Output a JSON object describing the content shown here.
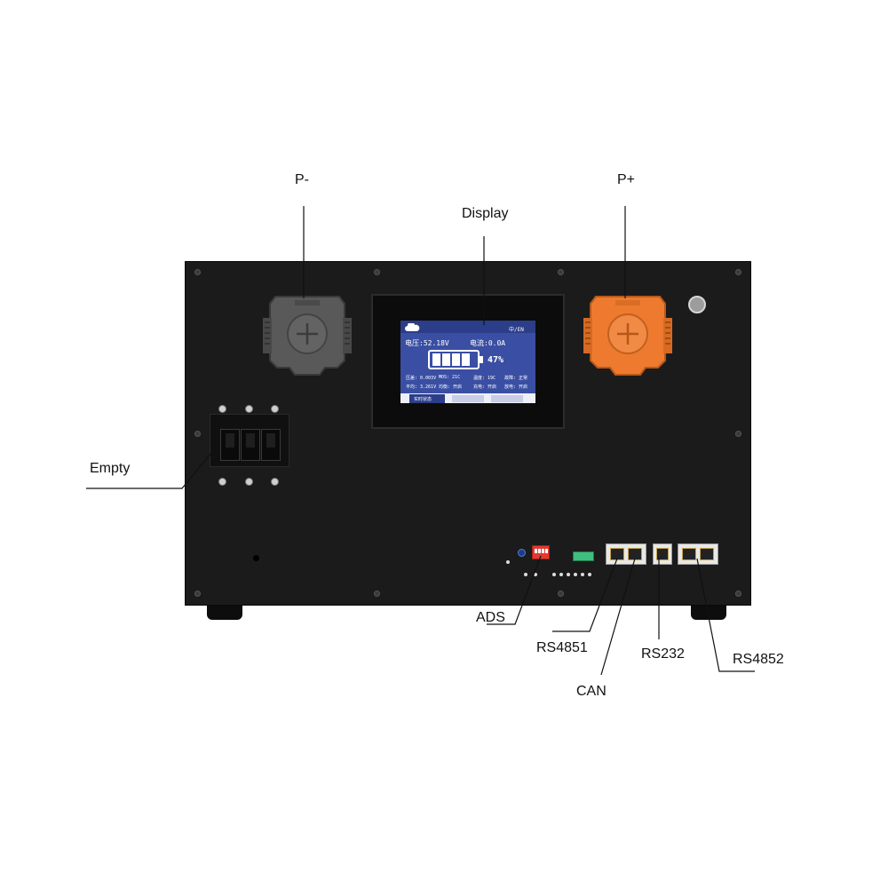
{
  "labels": {
    "p_minus": "P-",
    "display": "Display",
    "p_plus": "P+",
    "empty": "Empty",
    "ads": "ADS",
    "rs4851": "RS4851",
    "can": "CAN",
    "rs232": "RS232",
    "rs4852": "RS4852"
  },
  "display_screen": {
    "lang": "中/EN",
    "voltage": "电压:52.18V",
    "current": "电流:0.0A",
    "soc": "47%",
    "row1": [
      "压差: 0.003V",
      "MOS: 21C",
      "温度: 19C",
      "故障: 正常"
    ],
    "row2": [
      "平均: 3.261V",
      "均衡: 开启",
      "充电: 开启",
      "放电: 开启"
    ],
    "tabs": [
      "实时状态",
      "",
      ""
    ]
  },
  "colors": {
    "panel": "#1b1b1b",
    "p_minus_connector": "#5a5a5a",
    "p_plus_connector": "#ee7a2f",
    "lcd_background": "#3a4fa3",
    "dip_switch": "#e23a2f",
    "terminal_block": "#3fbf7f"
  }
}
